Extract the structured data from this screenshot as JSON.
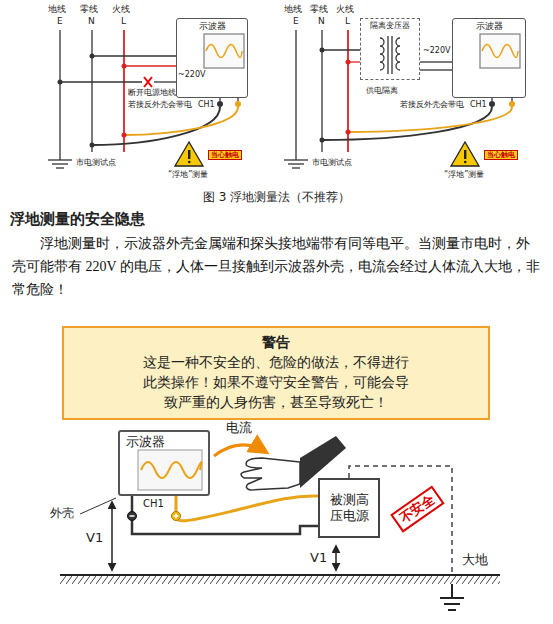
{
  "diagram": {
    "title": "浮地测量的安全隐患",
    "caption": "图 3 浮地测量法（不推荐）",
    "nodes": [
      {
        "text": [
          "示波器"
        ]
      },
      {
        "text": [
          "隔离变压器"
        ]
      },
      {
        "text": [
          "示波器"
        ]
      },
      {
        "text": [
          "警告",
          "这是一种不安全的、危险的做法，不得进行此类操作！如果不遵守安全警告，可能会导致严重的人身伤害，甚至导致死亡！"
        ]
      },
      {
        "text": [
          "示波器"
        ]
      },
      {
        "text": [
          "被测高压电源"
        ]
      },
      {
        "text": [
          "不安全"
        ]
      }
    ],
    "edges": [
      {
        "from": 1,
        "to": 2,
        "arrow": "none"
      },
      {
        "from": 4,
        "to": 5,
        "arrow": "none"
      },
      {
        "from": 4,
        "to": 5,
        "arrow": "none"
      }
    ],
    "labels": [
      "地线",
      "E",
      "零线",
      "N",
      "火线",
      "L",
      "~220V",
      "CH1",
      "断开电源地线",
      "若接反外壳会带电",
      "当心触电",
      "市电测试点",
      "“浮地”测量",
      "地线",
      "E",
      "零线",
      "N",
      "火线",
      "L",
      "~220V",
      "CH1",
      "供电隔离",
      "若接反外壳会带电",
      "当心触电",
      "市电测试点",
      "“浮地”测量",
      "浮地测量时，示波器外壳金属端和探头接地端带有同等电平。当测量市电时，外壳可能带有 220V 的电压，人体一旦接触到示波器外壳，电流会经过人体流入大地，非常危险！",
      "当心触电",
      "电流",
      "CH1",
      "外壳",
      "V1",
      "V1",
      "大地"
    ]
  }
}
